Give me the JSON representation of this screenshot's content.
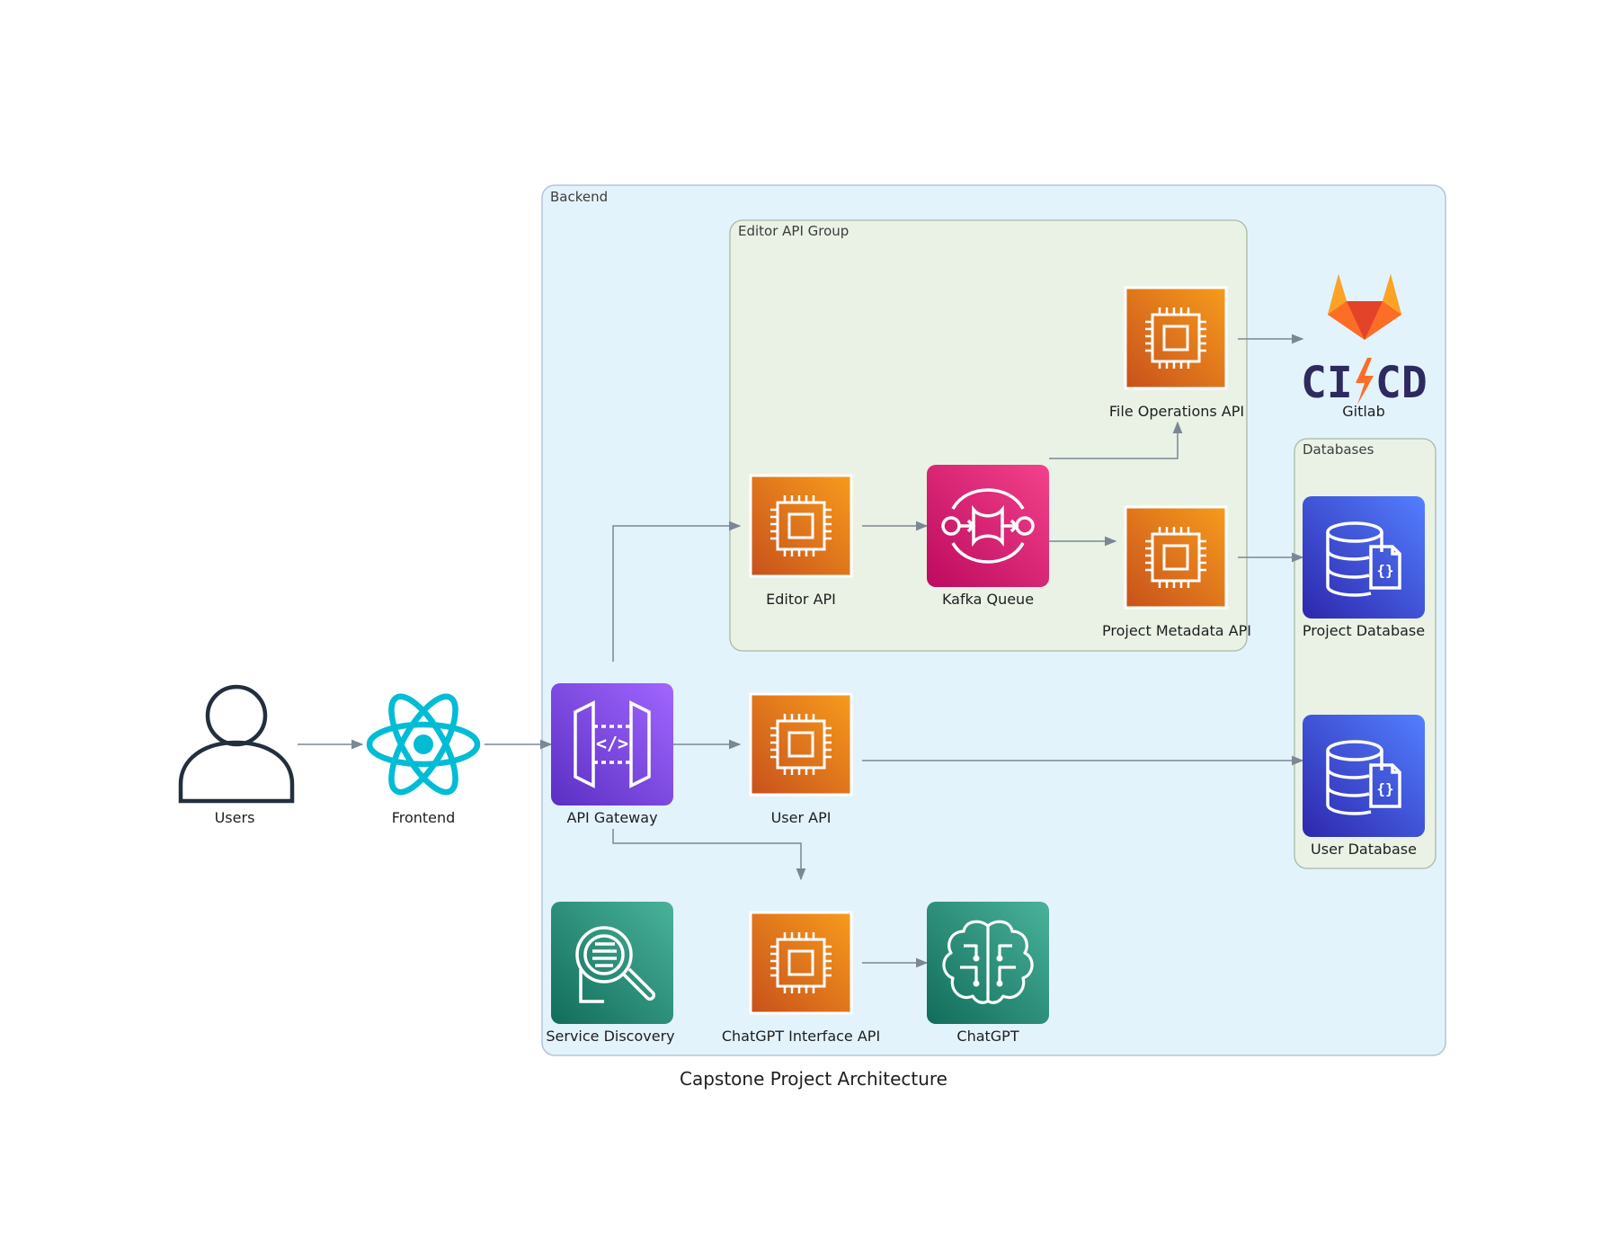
{
  "title": "Capstone Project Architecture",
  "clusters": {
    "backend": "Backend",
    "editor_group": "Editor API Group",
    "databases": "Databases"
  },
  "nodes": {
    "users": "Users",
    "frontend": "Frontend",
    "api_gateway": "API Gateway",
    "editor_api": "Editor API",
    "kafka_queue": "Kafka Queue",
    "file_operations_api": "File Operations API",
    "project_metadata_api": "Project Metadata API",
    "user_api": "User API",
    "chatgpt_interface_api": "ChatGPT Interface API",
    "chatgpt": "ChatGPT",
    "service_discovery": "Service Discovery",
    "gitlab": "Gitlab",
    "project_database": "Project Database",
    "user_database": "User Database"
  },
  "logo_text": {
    "cicd_left": "CI",
    "cicd_right": "CD"
  },
  "colors": {
    "backend_fill": "#e3f3fc",
    "group_fill": "#eaf2e6",
    "compute_orange": "#e8701a",
    "api_gateway_purple": "#7d45d6",
    "kafka_pink": "#d6246e",
    "database_blue": "#4056d9",
    "ml_teal": "#1f9a7a",
    "react_cyan": "#00bcd4",
    "gitlab_orange": "#fc6d26",
    "edge_gray": "#7b8794"
  },
  "icons": {
    "users": "user-icon",
    "frontend": "react-icon",
    "api_gateway": "api-gateway-icon",
    "compute": "cpu-chip-icon",
    "kafka_queue": "queue-icon",
    "database": "database-icon",
    "chatgpt": "brain-icon",
    "service_discovery": "magnifier-icon",
    "gitlab": "gitlab-icon"
  }
}
